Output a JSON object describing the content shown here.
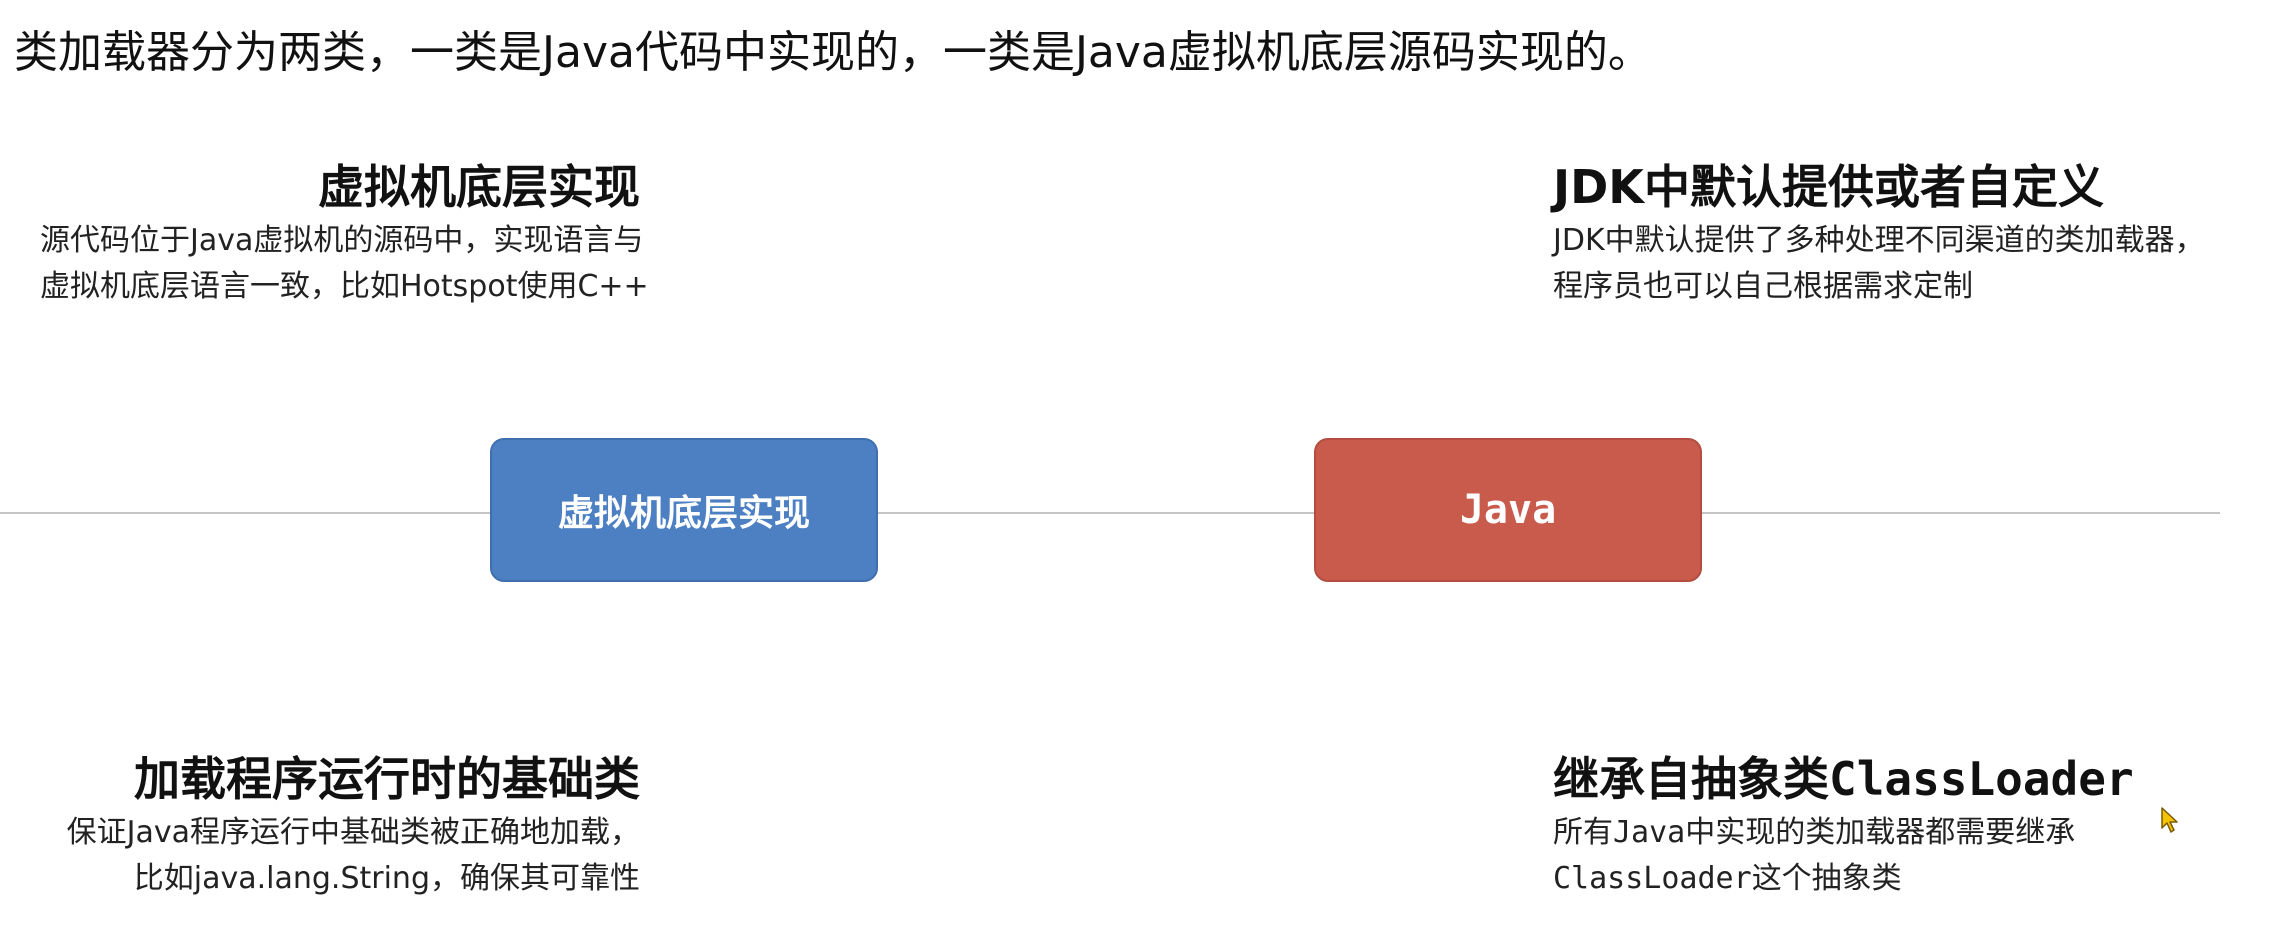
{
  "heading": "类加载器分为两类，一类是Java代码中实现的，一类是Java虚拟机底层源码实现的。",
  "boxes": {
    "left_label": "虚拟机底层实现",
    "right_label": "Java"
  },
  "top_left": {
    "title": "虚拟机底层实现",
    "line1": "源代码位于Java虚拟机的源码中，实现语言与",
    "line2": "虚拟机底层语言一致，比如Hotspot使用C++"
  },
  "top_right": {
    "title": "JDK中默认提供或者自定义",
    "line1": "JDK中默认提供了多种处理不同渠道的类加载器，",
    "line2": "程序员也可以自己根据需求定制"
  },
  "bottom_left": {
    "title": "加载程序运行时的基础类",
    "line1": "保证Java程序运行中基础类被正确地加载，",
    "line2": "比如java.lang.String，确保其可靠性"
  },
  "bottom_right": {
    "title_prefix": "继承自抽象类",
    "title_mono": "ClassLoader",
    "line1_a": "所有",
    "line1_mono": "Java",
    "line1_b": "中实现的类加载器都需要继承",
    "line2_mono": "ClassLoader",
    "line2_b": "这个抽象类"
  },
  "colors": {
    "blue_box": "#4d80c3",
    "red_box": "#c95b4d",
    "axis": "#c4c4c4"
  },
  "icons": {
    "cursor": "mouse-pointer-icon"
  }
}
